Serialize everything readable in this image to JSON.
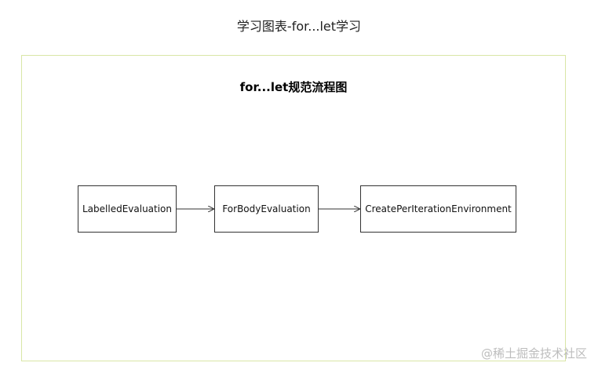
{
  "page": {
    "title": "学习图表-for...let学习"
  },
  "diagram": {
    "title": "for...let规范流程图",
    "nodes": [
      {
        "label": "LabelledEvaluation"
      },
      {
        "label": "ForBodyEvaluation"
      },
      {
        "label": "CreatePerIterationEnvironment"
      }
    ],
    "edge_color": "#333333",
    "frame_color": "#d9e6a6"
  },
  "watermark": {
    "text": "@稀土掘金技术社区"
  }
}
